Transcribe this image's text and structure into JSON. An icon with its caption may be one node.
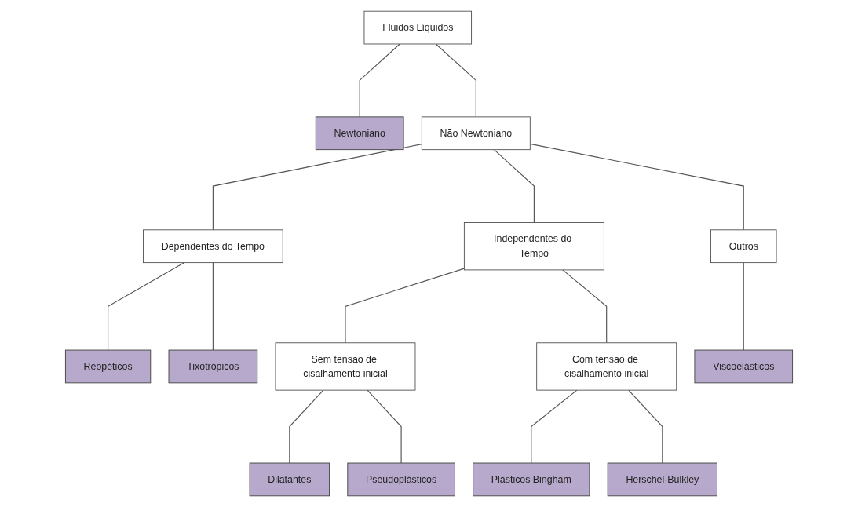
{
  "diagram": {
    "nodes": [
      {
        "text": [
          "Fluidos Líquidos"
        ]
      },
      {
        "text": [
          "Newtoniano"
        ]
      },
      {
        "text": [
          "Não Newtoniano"
        ]
      },
      {
        "text": [
          "Dependentes do Tempo"
        ]
      },
      {
        "text": [
          "Independentes do Tempo"
        ]
      },
      {
        "text": [
          "Outros"
        ]
      },
      {
        "text": [
          "Reopéticos"
        ]
      },
      {
        "text": [
          "Tixotrópicos"
        ]
      },
      {
        "text": [
          "Sem tensão de cisalhamento inicial"
        ]
      },
      {
        "text": [
          "Com tensão de cisalhamento inicial"
        ]
      },
      {
        "text": [
          "Viscoelásticos"
        ]
      },
      {
        "text": [
          "Dilatantes"
        ]
      },
      {
        "text": [
          "Pseudoplásticos"
        ]
      },
      {
        "text": [
          "Plásticos Bingham"
        ]
      },
      {
        "text": [
          "Herschel-Bulkley"
        ]
      }
    ],
    "edges": [
      {
        "from": 0,
        "to": 1,
        "arrow": "none"
      },
      {
        "from": 0,
        "to": 2,
        "arrow": "none"
      },
      {
        "from": 2,
        "to": 3,
        "arrow": "none"
      },
      {
        "from": 2,
        "to": 4,
        "arrow": "none"
      },
      {
        "from": 2,
        "to": 5,
        "arrow": "none"
      },
      {
        "from": 3,
        "to": 6,
        "arrow": "none"
      },
      {
        "from": 3,
        "to": 7,
        "arrow": "none"
      },
      {
        "from": 4,
        "to": 8,
        "arrow": "none"
      },
      {
        "from": 4,
        "to": 9,
        "arrow": "none"
      },
      {
        "from": 5,
        "to": 10,
        "arrow": "none"
      },
      {
        "from": 8,
        "to": 11,
        "arrow": "none"
      },
      {
        "from": 8,
        "to": 12,
        "arrow": "none"
      },
      {
        "from": 9,
        "to": 13,
        "arrow": "none"
      },
      {
        "from": 9,
        "to": 14,
        "arrow": "none"
      }
    ]
  }
}
